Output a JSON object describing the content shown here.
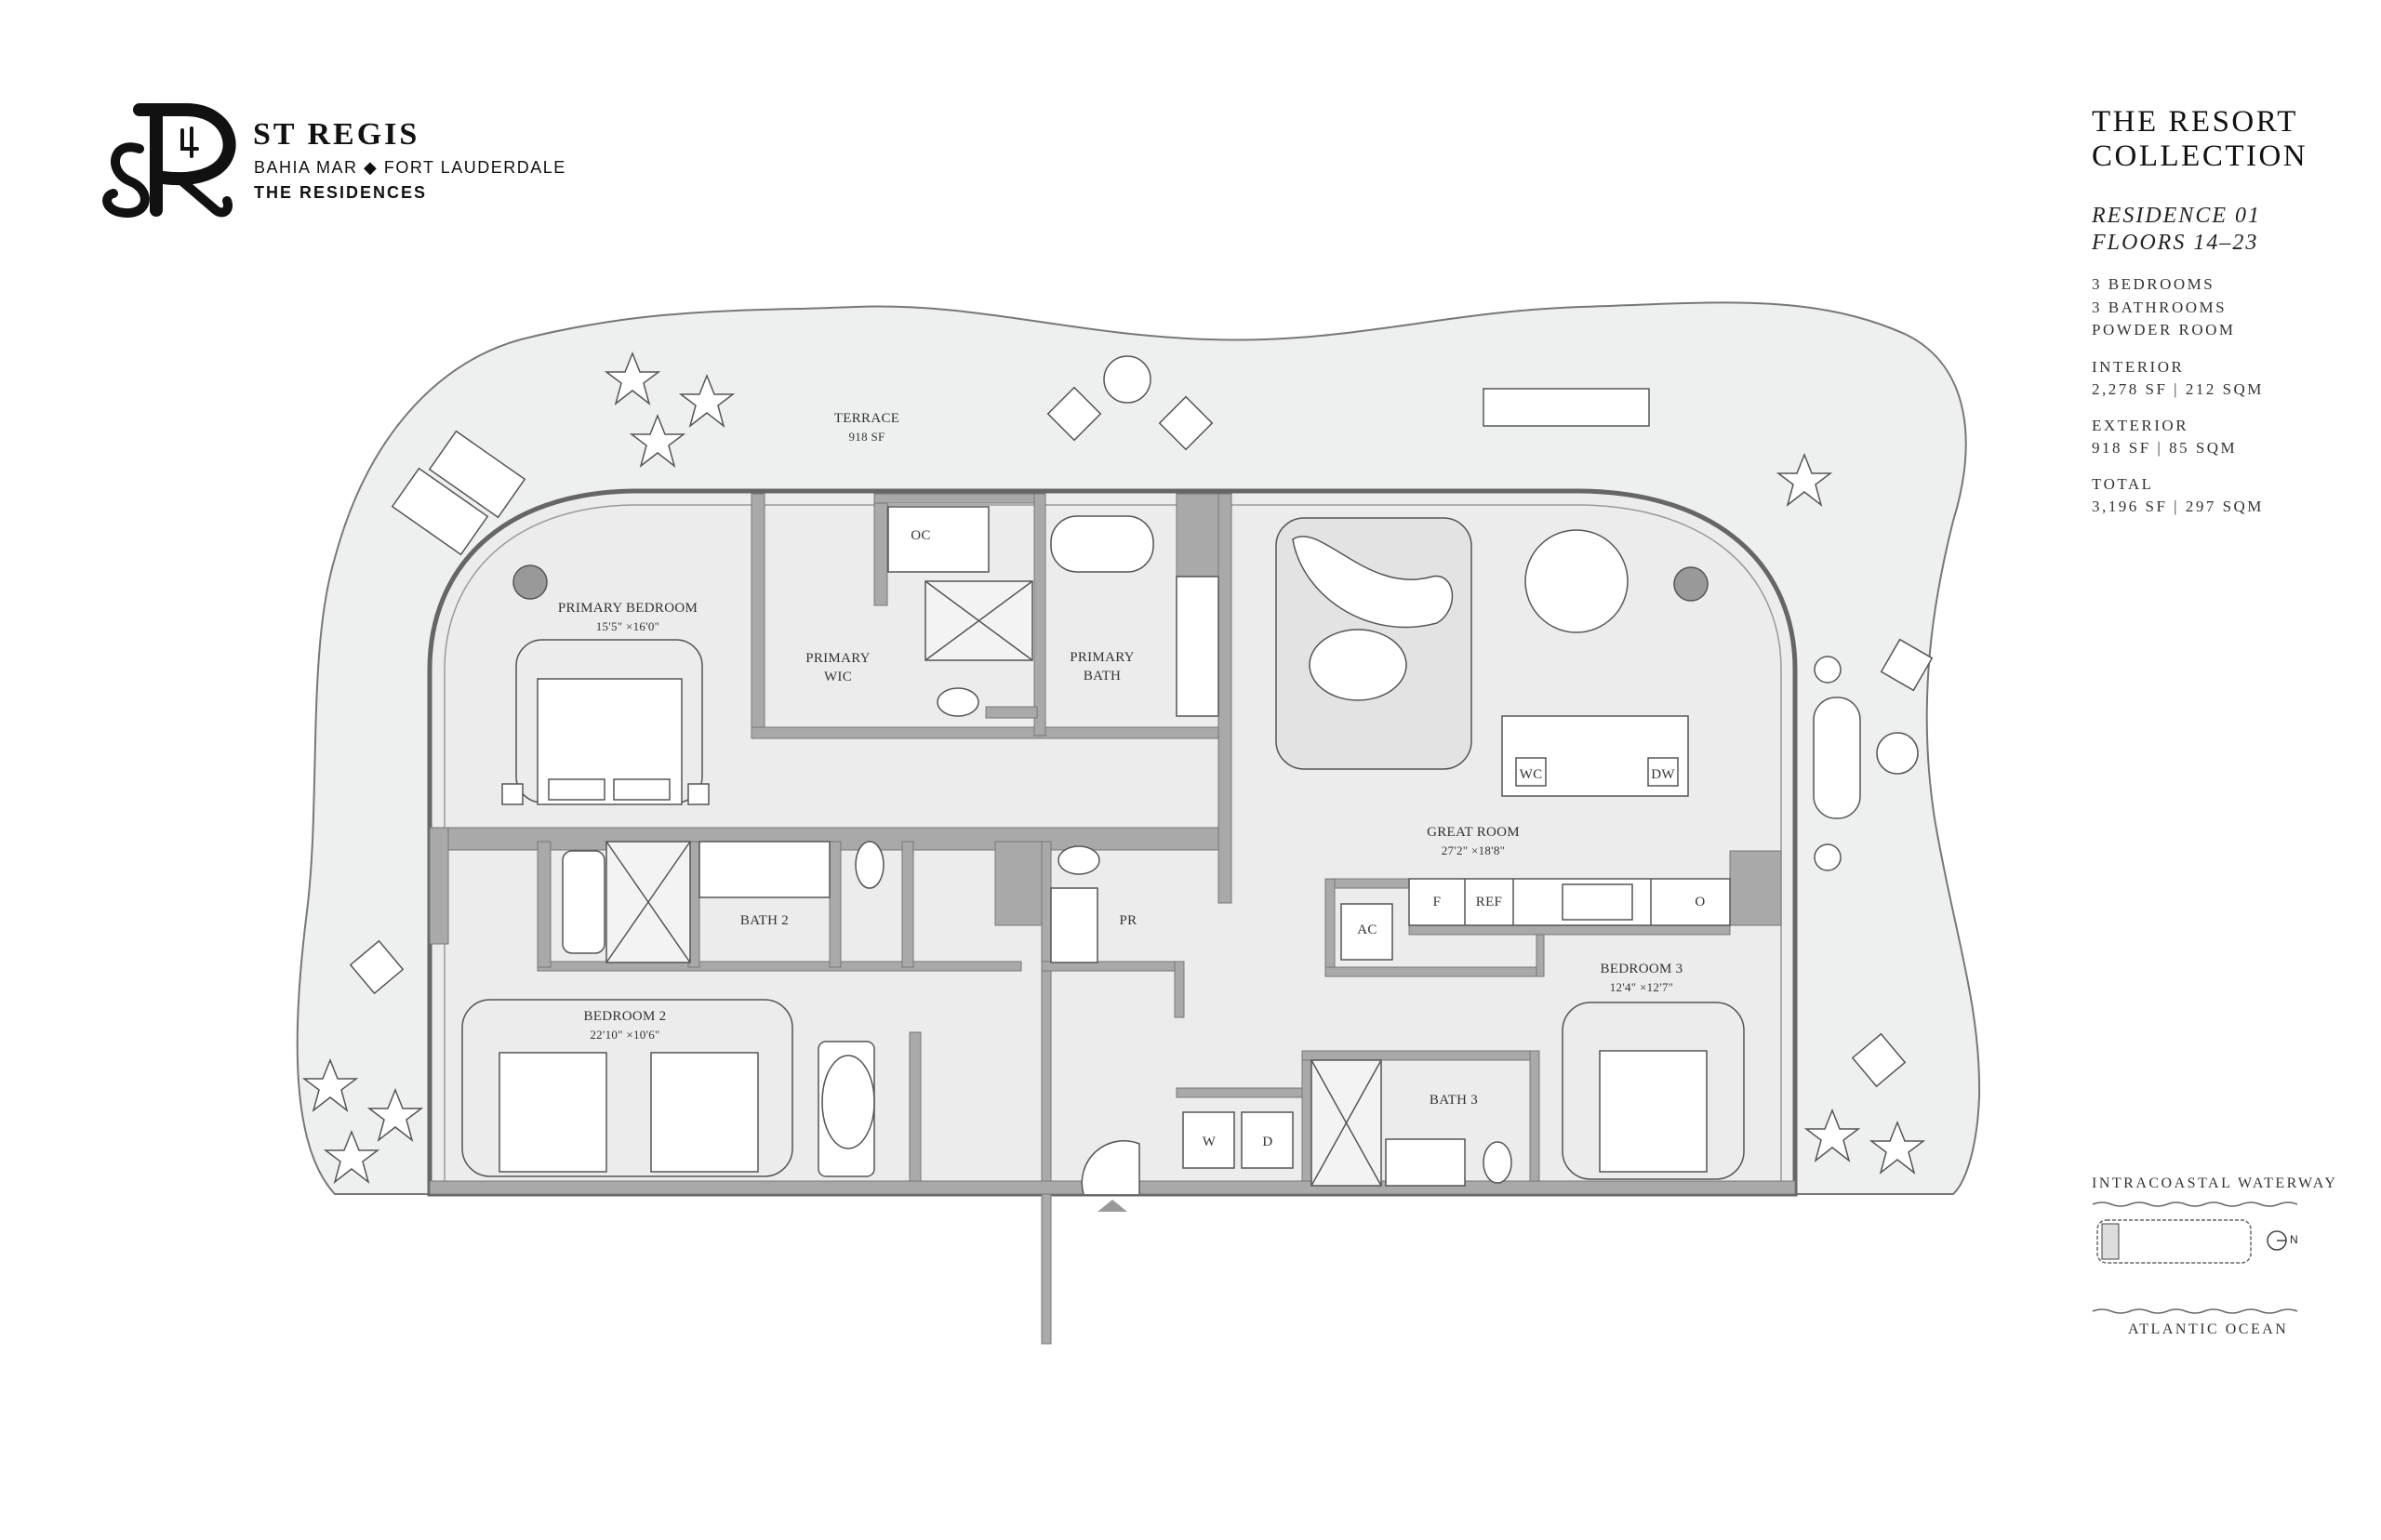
{
  "brand": {
    "logo_monogram": "SR4",
    "name": "ST REGIS",
    "location": "BAHIA MAR ◆ FORT LAUDERDALE",
    "tagline": "THE RESIDENCES"
  },
  "info": {
    "collection_line1": "THE RESORT",
    "collection_line2": "COLLECTION",
    "residence": "RESIDENCE 01",
    "floors": "FLOORS 14–23",
    "bedrooms": "3 BEDROOMS",
    "bathrooms": "3 BATHROOMS",
    "powder": "POWDER ROOM",
    "interior_label": "INTERIOR",
    "interior_value": "2,278 SF | 212 SQM",
    "exterior_label": "EXTERIOR",
    "exterior_value": "918 SF | 85 SQM",
    "total_label": "TOTAL",
    "total_value": "3,196 SF | 297 SQM"
  },
  "key_plan": {
    "top_label": "INTRACOASTAL WATERWAY",
    "bottom_label": "ATLANTIC OCEAN",
    "north": "N"
  },
  "rooms": {
    "terrace": {
      "name": "TERRACE",
      "size": "918 SF"
    },
    "primary_bedroom": {
      "name": "PRIMARY BEDROOM",
      "size": "15'5\" ×16'0\""
    },
    "primary_wic_1": "PRIMARY",
    "primary_wic_2": "WIC",
    "oc": "OC",
    "primary_bath_1": "PRIMARY",
    "primary_bath_2": "BATH",
    "great_room": {
      "name": "GREAT ROOM",
      "size": "27'2\" ×18'8\""
    },
    "wc": "WC",
    "dw": "DW",
    "f": "F",
    "ref": "REF",
    "o": "O",
    "ac": "AC",
    "bath2": "BATH 2",
    "pr": "PR",
    "bedroom3": {
      "name": "BEDROOM 3",
      "size": "12'4\" ×12'7\""
    },
    "bedroom2": {
      "name": "BEDROOM 2",
      "size": "22'10\" ×10'6\""
    },
    "bath3": "BATH 3",
    "w": "W",
    "d": "D"
  },
  "colors": {
    "wall": "#a9a9a9",
    "floor": "#ececec",
    "terrace": "#eef0ef",
    "line": "#555555"
  }
}
